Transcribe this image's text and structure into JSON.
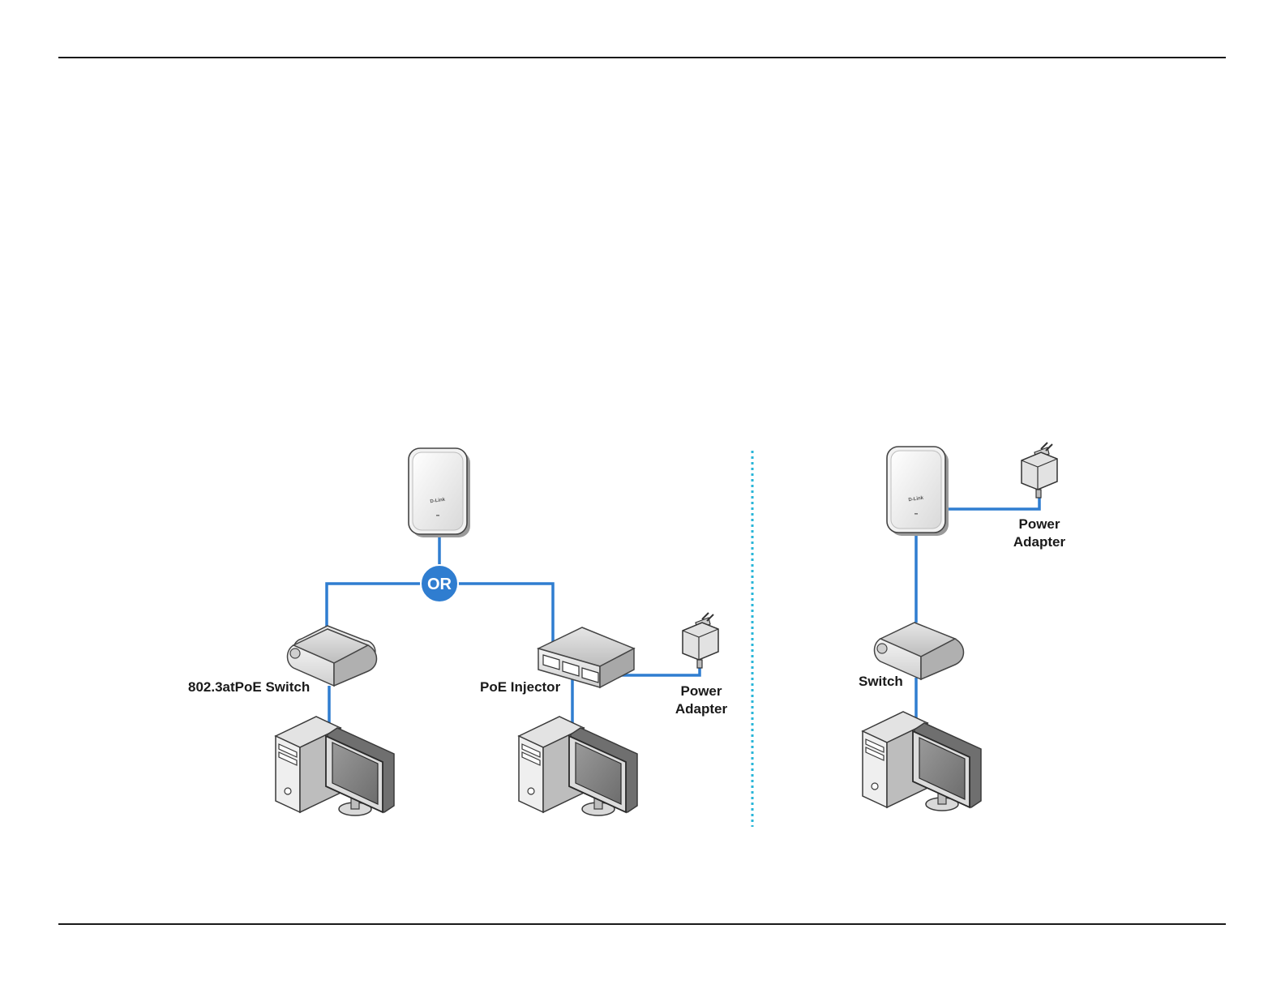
{
  "brand_text": "D-Link",
  "or_label": "OR",
  "labels": {
    "poe_switch": "802.3atPoE Switch",
    "poe_injector": "PoE Injector",
    "power_adapter_line1": "Power",
    "power_adapter_line2": "Adapter",
    "switch": "Switch"
  },
  "colors": {
    "cable": "#2f7dd0",
    "or_badge": "#2f7dd0",
    "divider": "#29b6d8",
    "rule": "#1a1a1a"
  },
  "icons": [
    "access-point-icon",
    "poe-switch-icon",
    "poe-injector-icon",
    "power-adapter-icon",
    "switch-icon",
    "desktop-computer-icon"
  ]
}
